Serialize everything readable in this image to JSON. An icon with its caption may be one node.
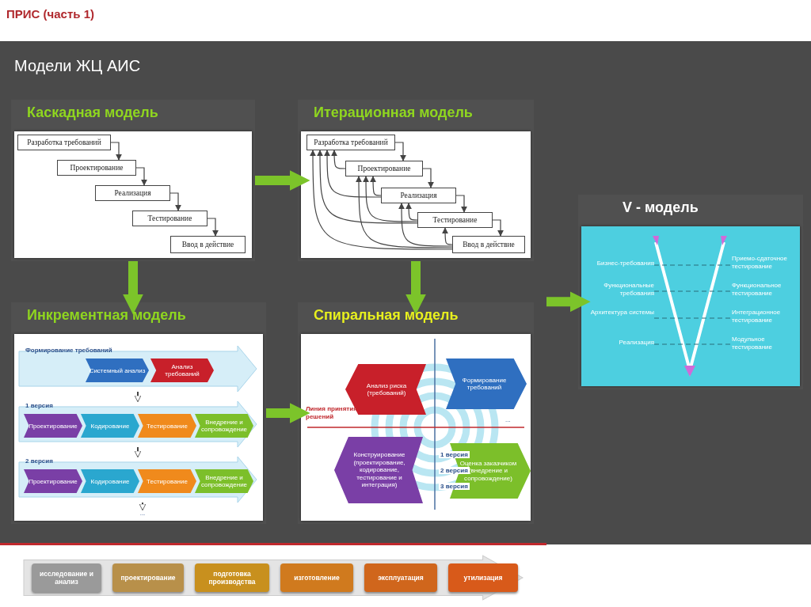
{
  "diagram": {
    "title": "ПРИС (часть 1)",
    "nodes": [
      {
        "text": [
          "Каскадная модель"
        ]
      },
      {
        "text": [
          "Разработка требований"
        ],
        "in": 0
      },
      {
        "text": [
          "Проектирование"
        ],
        "in": 0
      },
      {
        "text": [
          "Реализация"
        ],
        "in": 0
      },
      {
        "text": [
          "Тестирование"
        ],
        "in": 0
      },
      {
        "text": [
          "Ввод в действие"
        ],
        "in": 0
      },
      {
        "text": [
          "Итерационная модель"
        ]
      },
      {
        "text": [
          "Разработка требований"
        ],
        "in": 6
      },
      {
        "text": [
          "Проектирование"
        ],
        "in": 6
      },
      {
        "text": [
          "Реализация"
        ],
        "in": 6
      },
      {
        "text": [
          "Тестирование"
        ],
        "in": 6
      },
      {
        "text": [
          "Ввод в действие"
        ],
        "in": 6
      },
      {
        "text": [
          "Инкрементная модель"
        ]
      },
      {
        "text": [
          "Формирование требований"
        ],
        "in": 12
      },
      {
        "text": [
          "Системный анализ"
        ],
        "in": 13
      },
      {
        "text": [
          "Анализ требований"
        ],
        "in": 13
      },
      {
        "text": [
          "1 версия"
        ],
        "in": 12
      },
      {
        "text": [
          "Проектирование"
        ],
        "in": 16
      },
      {
        "text": [
          "Кодирование"
        ],
        "in": 16
      },
      {
        "text": [
          "Тестирование"
        ],
        "in": 16
      },
      {
        "text": [
          "Внедрение и сопровождение"
        ],
        "in": 16
      },
      {
        "text": [
          "2 версия"
        ],
        "in": 12
      },
      {
        "text": [
          "Проектирование"
        ],
        "in": 21
      },
      {
        "text": [
          "Кодирование"
        ],
        "in": 21
      },
      {
        "text": [
          "Тестирование"
        ],
        "in": 21
      },
      {
        "text": [
          "Внедрение и сопровождение"
        ],
        "in": 21
      },
      {
        "text": [
          "..."
        ],
        "in": 12
      },
      {
        "text": [
          "Спиральная модель"
        ]
      },
      {
        "text": [
          "Анализ риска (требований)"
        ],
        "in": 27
      },
      {
        "text": [
          "Формирование требований"
        ],
        "in": 27
      },
      {
        "text": [
          "Конструирование (проектирование, кодирование, тестирование и интеграция)"
        ],
        "in": 27
      },
      {
        "text": [
          "Оценка заказчиком (внедрение и сопровождение)"
        ],
        "in": 27
      },
      {
        "text": [
          "V - модель"
        ]
      },
      {
        "text": [
          "Бизнес-требования"
        ],
        "in": 32
      },
      {
        "text": [
          "Функциональные требования"
        ],
        "in": 32
      },
      {
        "text": [
          "Архитектура системы"
        ],
        "in": 32
      },
      {
        "text": [
          "Реализация"
        ],
        "in": 32
      },
      {
        "text": [
          "Приемо-сдаточное тестирование"
        ],
        "in": 32
      },
      {
        "text": [
          "Функциональное тестирование"
        ],
        "in": 32
      },
      {
        "text": [
          "Интеграционное тестирование"
        ],
        "in": 32
      },
      {
        "text": [
          "Модульное тестирование"
        ],
        "in": 32
      },
      {
        "text": [],
        "shape": "bar"
      },
      {
        "text": [
          "исследование и анализ"
        ],
        "in": 41
      },
      {
        "text": [
          "проектирование"
        ],
        "in": 41
      },
      {
        "text": [
          "подготовка производства"
        ],
        "in": 41
      },
      {
        "text": [
          "изготовление"
        ],
        "in": 41
      },
      {
        "text": [
          "эксплуатация"
        ],
        "in": 41
      },
      {
        "text": [
          "утилизация"
        ],
        "in": 41
      }
    ],
    "edges": [
      {
        "from": 1,
        "to": 2,
        "arrow": "to"
      },
      {
        "from": 2,
        "to": 3,
        "arrow": "to"
      },
      {
        "from": 3,
        "to": 4,
        "arrow": "to"
      },
      {
        "from": 4,
        "to": 5,
        "arrow": "to"
      },
      {
        "from": 7,
        "to": 8,
        "arrow": "to"
      },
      {
        "from": 8,
        "to": 9,
        "arrow": "to"
      },
      {
        "from": 9,
        "to": 10,
        "arrow": "to"
      },
      {
        "from": 10,
        "to": 11,
        "arrow": "to"
      },
      {
        "from": 8,
        "to": 7,
        "arrow": "to"
      },
      {
        "from": 9,
        "to": 7,
        "arrow": "to"
      },
      {
        "from": 9,
        "to": 8,
        "arrow": "to"
      },
      {
        "from": 10,
        "to": 7,
        "arrow": "to"
      },
      {
        "from": 10,
        "to": 8,
        "arrow": "to"
      },
      {
        "from": 10,
        "to": 9,
        "arrow": "to"
      },
      {
        "from": 11,
        "to": 7,
        "arrow": "to"
      },
      {
        "from": 11,
        "to": 8,
        "arrow": "to"
      },
      {
        "from": 11,
        "to": 9,
        "arrow": "to"
      },
      {
        "from": 11,
        "to": 10,
        "arrow": "to"
      },
      {
        "from": 13,
        "to": 16,
        "arrow": "to"
      },
      {
        "from": 16,
        "to": 21,
        "arrow": "to"
      },
      {
        "from": 21,
        "to": 26,
        "arrow": "to"
      },
      {
        "from": 33,
        "to": 37,
        "arrow": "none",
        "style": "dashed"
      },
      {
        "from": 34,
        "to": 38,
        "arrow": "none",
        "style": "dashed"
      },
      {
        "from": 35,
        "to": 39,
        "arrow": "none",
        "style": "dashed"
      },
      {
        "from": 36,
        "to": 40,
        "arrow": "none",
        "style": "dashed"
      },
      {
        "from": 0,
        "to": 6,
        "arrow": "to",
        "style": "thick",
        "color": "#7cc42a"
      },
      {
        "from": 0,
        "to": 12,
        "arrow": "to",
        "style": "thick",
        "color": "#7cc42a"
      },
      {
        "from": 6,
        "to": 27,
        "arrow": "to",
        "style": "thick",
        "color": "#7cc42a"
      },
      {
        "from": 12,
        "to": 27,
        "arrow": "to",
        "style": "thick",
        "color": "#7cc42a"
      },
      {
        "from": null,
        "to": 32,
        "arrow": "to",
        "style": "thick",
        "color": "#7cc42a"
      }
    ],
    "labels": [
      "Модели ЖЦ АИС",
      "Линия принятия решений",
      "...",
      "1 версия",
      "2 версия",
      "3 версия"
    ]
  }
}
